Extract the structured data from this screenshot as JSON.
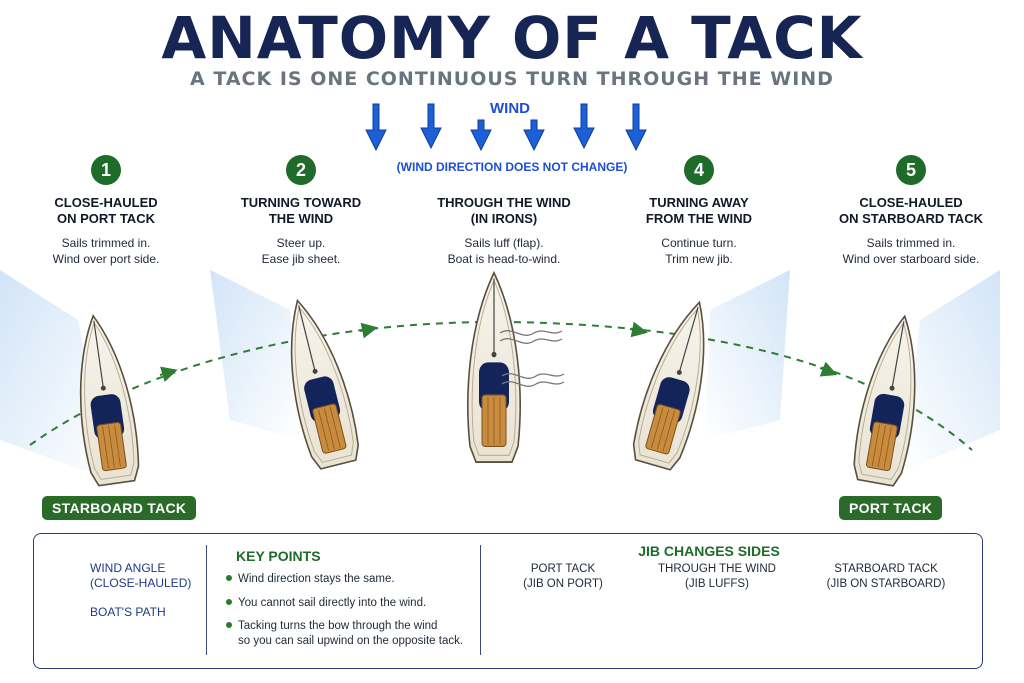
{
  "title": "ANATOMY OF A TACK",
  "subtitle": "A TACK IS ONE CONTINUOUS TURN THROUGH THE WIND",
  "wind": {
    "label": "WIND",
    "note": "(WIND DIRECTION DOES NOT CHANGE)"
  },
  "stages": [
    {
      "number": "1",
      "heading_line1": "CLOSE-HAULED",
      "heading_line2": "ON PORT TACK",
      "desc_line1": "Sails trimmed in.",
      "desc_line2": "Wind over port side."
    },
    {
      "number": "2",
      "heading_line1": "TURNING TOWARD",
      "heading_line2": "THE WIND",
      "desc_line1": "Steer up.",
      "desc_line2": "Ease jib sheet."
    },
    {
      "number": "",
      "heading_line1": "THROUGH THE WIND",
      "heading_line2": "(IN IRONS)",
      "desc_line1": "Sails luff (flap).",
      "desc_line2": "Boat is head-to-wind."
    },
    {
      "number": "4",
      "heading_line1": "TURNING AWAY",
      "heading_line2": "FROM THE WIND",
      "desc_line1": "Continue turn.",
      "desc_line2": "Trim new jib."
    },
    {
      "number": "5",
      "heading_line1": "CLOSE-HAULED",
      "heading_line2": "ON STARBOARD TACK",
      "desc_line1": "Sails trimmed in.",
      "desc_line2": "Wind over starboard side."
    }
  ],
  "badges": {
    "left": "STARBOARD TACK",
    "right": "PORT TACK"
  },
  "legend": {
    "wind_angle_line1": "WIND ANGLE",
    "wind_angle_line2": "(CLOSE-HAULED)",
    "path": "BOAT'S PATH"
  },
  "key_points": {
    "title": "KEY POINTS",
    "items": [
      "Wind direction stays the same.",
      "You cannot sail directly into the wind.",
      "Tacking turns the bow through the wind",
      "so you can sail upwind on the opposite tack."
    ]
  },
  "jib": {
    "title": "JIB CHANGES SIDES",
    "port_line1": "PORT TACK",
    "port_line2": "(JIB ON PORT)",
    "through_line1": "THROUGH THE WIND",
    "through_line2": "(JIB LUFFS)",
    "stbd_line1": "STARBOARD TACK",
    "stbd_line2": "(JIB ON STARBOARD)"
  },
  "colors": {
    "navy": "#172554",
    "wind_blue": "#1d4ed8",
    "green": "#1f6b2a",
    "path_green": "#2e7d32",
    "wind_shade": "#cfe3f7"
  }
}
